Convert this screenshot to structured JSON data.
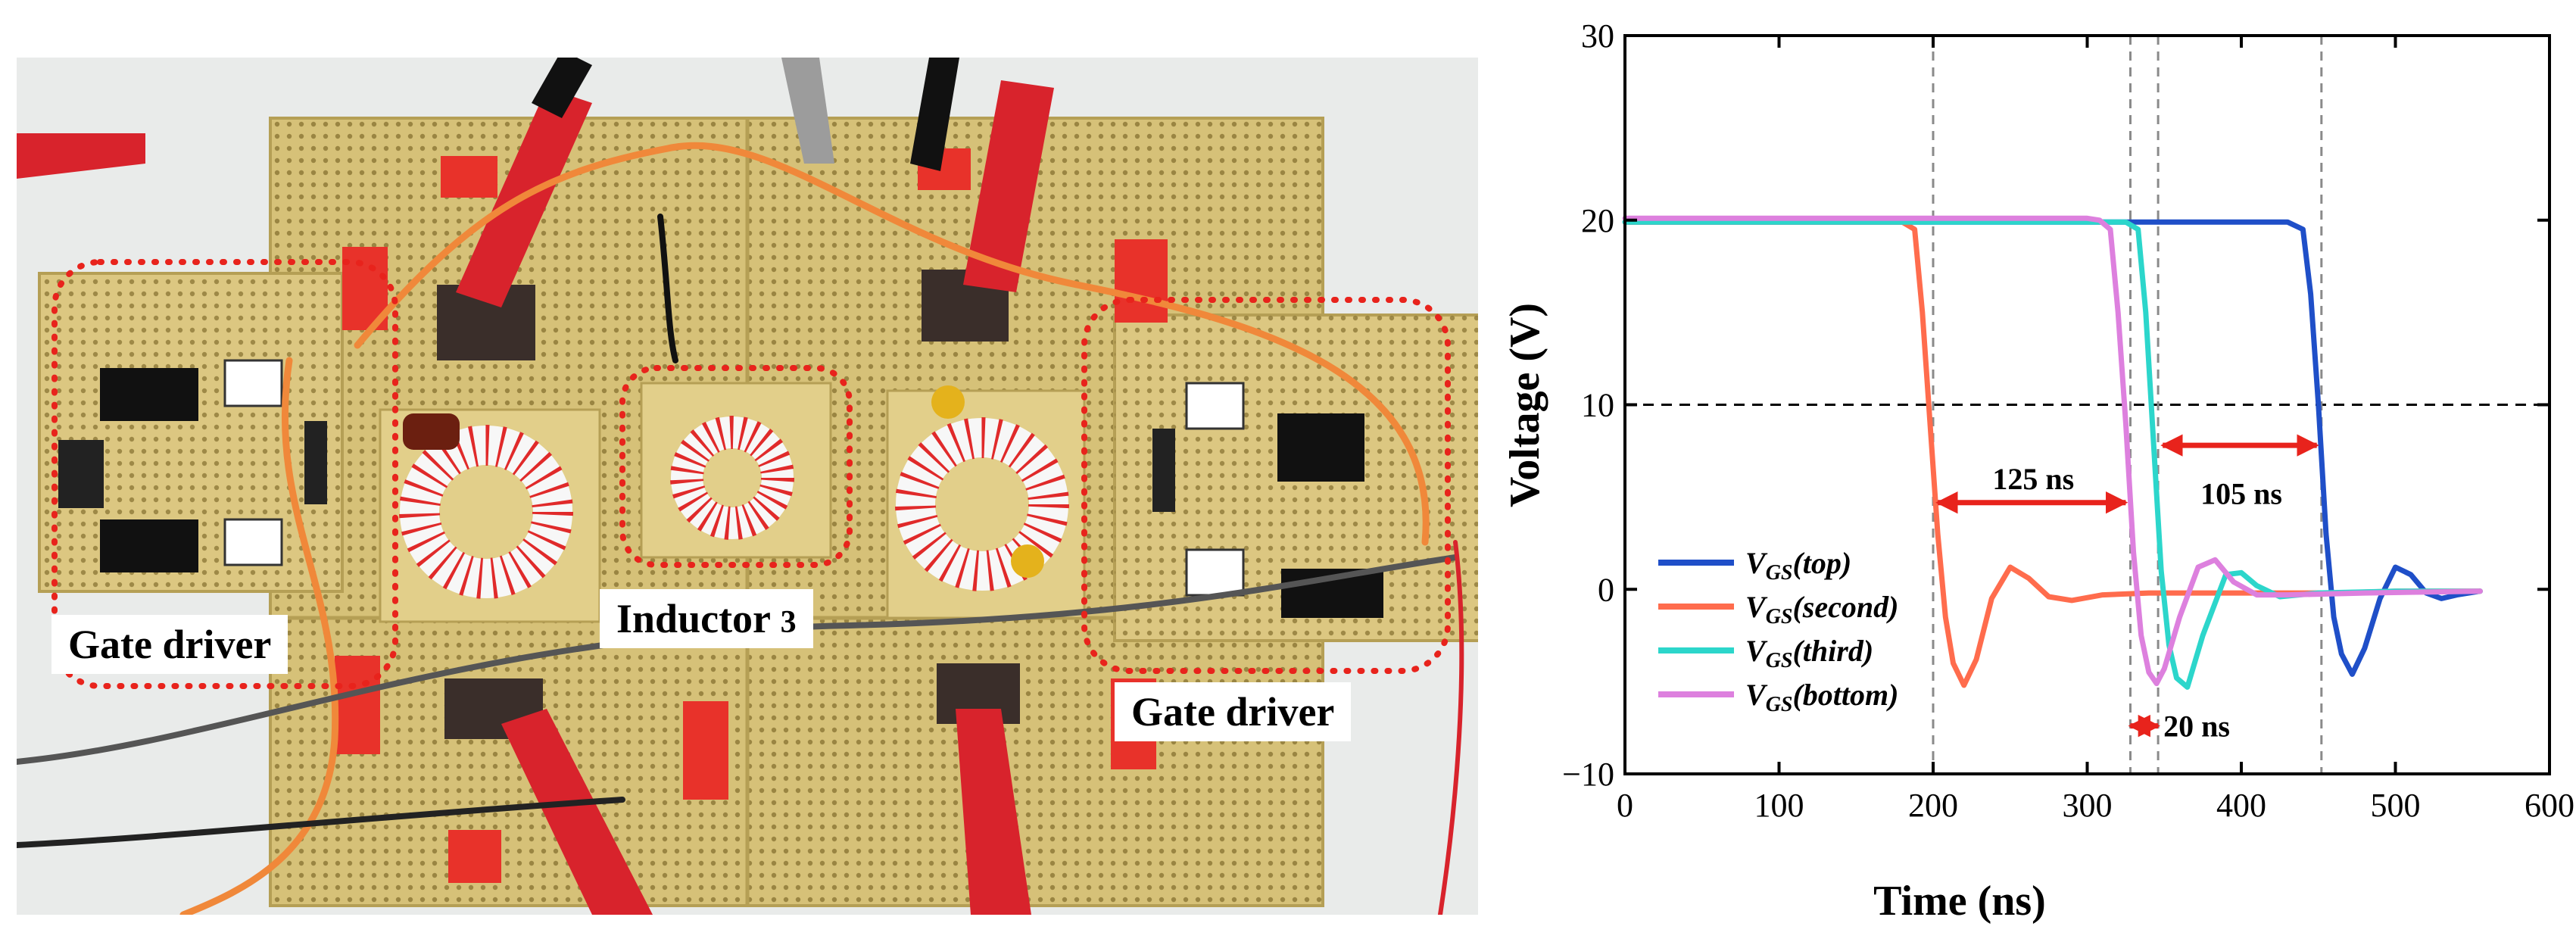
{
  "photo": {
    "labels": {
      "gate_driver_left": "Gate driver",
      "gate_driver_right": "Gate driver",
      "inductor": "Inductor",
      "inductor_number": "3"
    }
  },
  "chart_data": {
    "type": "line",
    "xlabel": "Time (ns)",
    "ylabel": "Voltage (V)",
    "xlim": [
      0,
      600
    ],
    "ylim": [
      -10,
      30
    ],
    "xticks": [
      0,
      100,
      200,
      300,
      400,
      500,
      600
    ],
    "yticks": [
      -10,
      0,
      10,
      20,
      30
    ],
    "xtick_labels": [
      "0",
      "100",
      "200",
      "300",
      "400",
      "500",
      "600"
    ],
    "ytick_labels": [
      "−10",
      "0",
      "10",
      "20",
      "30"
    ],
    "grid": false,
    "legend_position": "lower-left",
    "series": [
      {
        "name": "VGS(top)",
        "label_main": "V",
        "label_sub": "GS",
        "label_tail": "(top)",
        "color": "#1f4fc8",
        "x": [
          0,
          100,
          200,
          300,
          400,
          430,
          440,
          445,
          450,
          455,
          460,
          465,
          472,
          480,
          490,
          500,
          510,
          520,
          530,
          540,
          555
        ],
        "y": [
          19.9,
          19.9,
          19.9,
          19.9,
          19.9,
          19.9,
          19.5,
          16,
          10,
          3,
          -1.5,
          -3.5,
          -4.6,
          -3.2,
          -0.5,
          1.2,
          0.8,
          -0.2,
          -0.5,
          -0.3,
          -0.1
        ]
      },
      {
        "name": "VGS(second)",
        "label_main": "V",
        "label_sub": "GS",
        "label_tail": "(second)",
        "color": "#ff6c4d",
        "x": [
          0,
          100,
          180,
          188,
          193,
          198,
          203,
          208,
          213,
          220,
          228,
          238,
          250,
          262,
          275,
          290,
          310,
          340,
          380,
          420,
          460,
          500,
          555
        ],
        "y": [
          19.9,
          19.9,
          19.9,
          19.5,
          15,
          9,
          3,
          -1.5,
          -4,
          -5.2,
          -3.8,
          -0.5,
          1.2,
          0.6,
          -0.4,
          -0.6,
          -0.3,
          -0.2,
          -0.2,
          -0.2,
          -0.2,
          -0.1,
          -0.1
        ]
      },
      {
        "name": "VGS(third)",
        "label_main": "V",
        "label_sub": "GS",
        "label_tail": "(third)",
        "color": "#2cd6cb",
        "x": [
          0,
          100,
          200,
          300,
          325,
          333,
          338,
          343,
          348,
          353,
          358,
          365,
          375,
          390,
          400,
          410,
          425,
          450,
          500,
          555
        ],
        "y": [
          19.9,
          19.9,
          19.9,
          19.9,
          19.9,
          19.5,
          15,
          8,
          1,
          -3,
          -4.8,
          -5.3,
          -2.5,
          0.8,
          0.9,
          0.2,
          -0.4,
          -0.2,
          -0.1,
          -0.1
        ]
      },
      {
        "name": "VGS(bottom)",
        "label_main": "V",
        "label_sub": "GS",
        "label_tail": "(bottom)",
        "color": "#dd80de",
        "x": [
          0,
          100,
          200,
          300,
          308,
          315,
          320,
          325,
          330,
          335,
          340,
          345,
          350,
          360,
          372,
          383,
          395,
          410,
          430,
          480,
          555
        ],
        "y": [
          20.1,
          20.1,
          20.1,
          20.1,
          20.0,
          19.5,
          15,
          9,
          2,
          -2.5,
          -4.5,
          -5.1,
          -4.3,
          -1.5,
          1.2,
          1.6,
          0.4,
          -0.3,
          -0.3,
          -0.2,
          -0.1
        ]
      }
    ],
    "reference_lines": {
      "horizontal": [
        10
      ],
      "vertical": [
        200,
        328,
        346,
        452
      ]
    },
    "annotations": [
      {
        "text": "125 ns",
        "from": 203,
        "to": 325,
        "y": 4.7,
        "text_x": 265,
        "text_y": 6.0
      },
      {
        "text": "105 ns",
        "from": 349,
        "to": 449,
        "y": 7.8,
        "text_x": 400,
        "text_y": 5.2
      },
      {
        "text": "20 ns",
        "from": 328,
        "to": 346,
        "y": -7.4,
        "text_x": 371,
        "text_y": -7.4
      }
    ]
  }
}
